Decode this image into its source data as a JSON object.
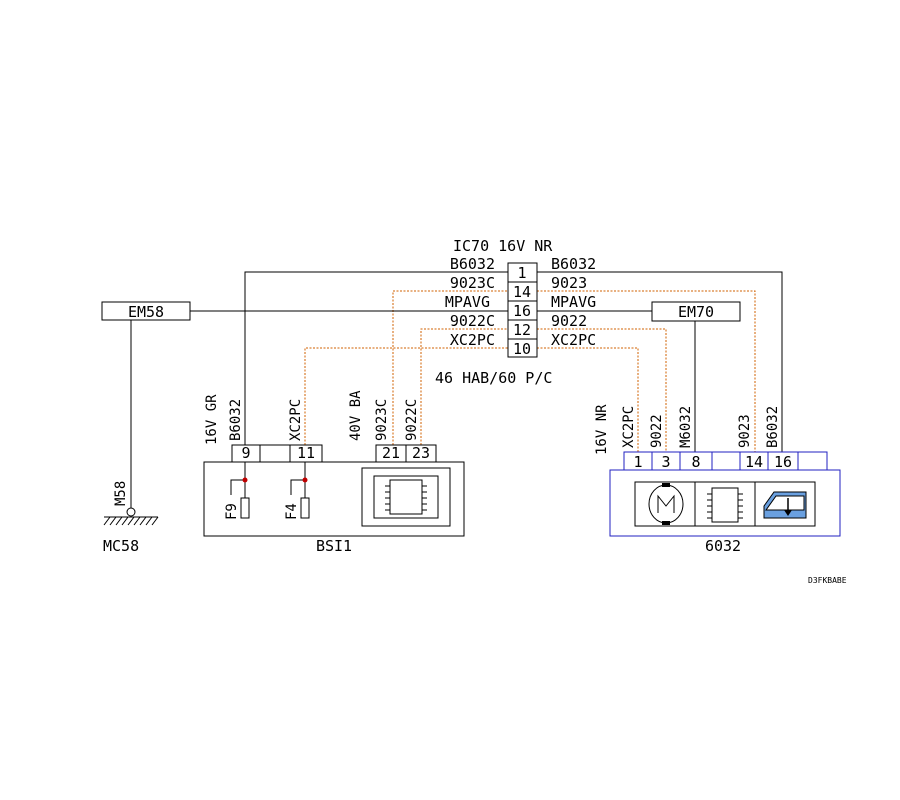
{
  "connector": {
    "title": "IC70  16V NR",
    "subtitle": "46 HAB/60 P/C",
    "pins": [
      "1",
      "14",
      "16",
      "12",
      "10"
    ],
    "left_labels": [
      "B6032",
      "9023C",
      "MPAVG",
      "9022C",
      "XC2PC"
    ],
    "right_labels": [
      "B6032",
      "9023",
      "MPAVG",
      "9022",
      "XC2PC"
    ]
  },
  "em58": {
    "label": "EM58"
  },
  "em70": {
    "label": "EM70"
  },
  "ground": {
    "wire_label": "M58",
    "name": "MC58"
  },
  "bsi": {
    "name": "BSI1",
    "conn1_label": "16V GR",
    "conn2_label": "40V BA",
    "wire_labels": [
      "B6032",
      "XC2PC",
      "9023C",
      "9022C"
    ],
    "pins": [
      "9",
      "11",
      "21",
      "23"
    ],
    "fuses": [
      "F9",
      "F4"
    ]
  },
  "module": {
    "name": "6032",
    "conn_label": "16V NR",
    "wire_labels": [
      "XC2PC",
      "9022",
      "M6032",
      "9023",
      "B6032"
    ],
    "pins": [
      "1",
      "3",
      "8",
      "14",
      "16"
    ]
  },
  "reference": "D3FKBABE",
  "colors": {
    "wire": "#000000",
    "shielded_wire": "#d06000",
    "module_outline": "#2020c0",
    "fuse_node": "#c00000"
  }
}
